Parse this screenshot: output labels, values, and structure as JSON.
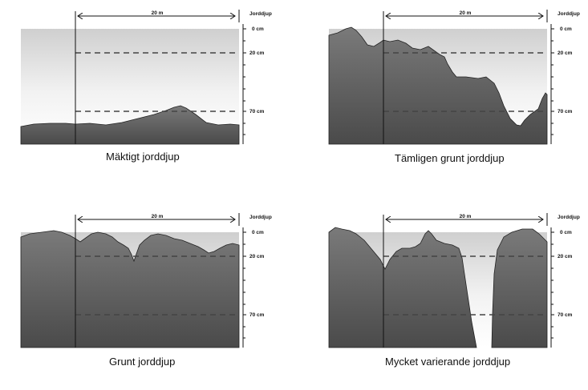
{
  "scale_header": "Jorddjup",
  "width_label": "20 m",
  "depth_labels": [
    "0 cm",
    "20 cm",
    "70 cm"
  ],
  "panels": [
    {
      "id": "maktigt",
      "caption": "Mäktigt jorddjup"
    },
    {
      "id": "tamligen",
      "caption": "Tämligen grunt jorddjup"
    },
    {
      "id": "grunt",
      "caption": "Grunt jorddjup"
    },
    {
      "id": "varierande",
      "caption": "Mycket varierande jorddjup"
    }
  ]
}
